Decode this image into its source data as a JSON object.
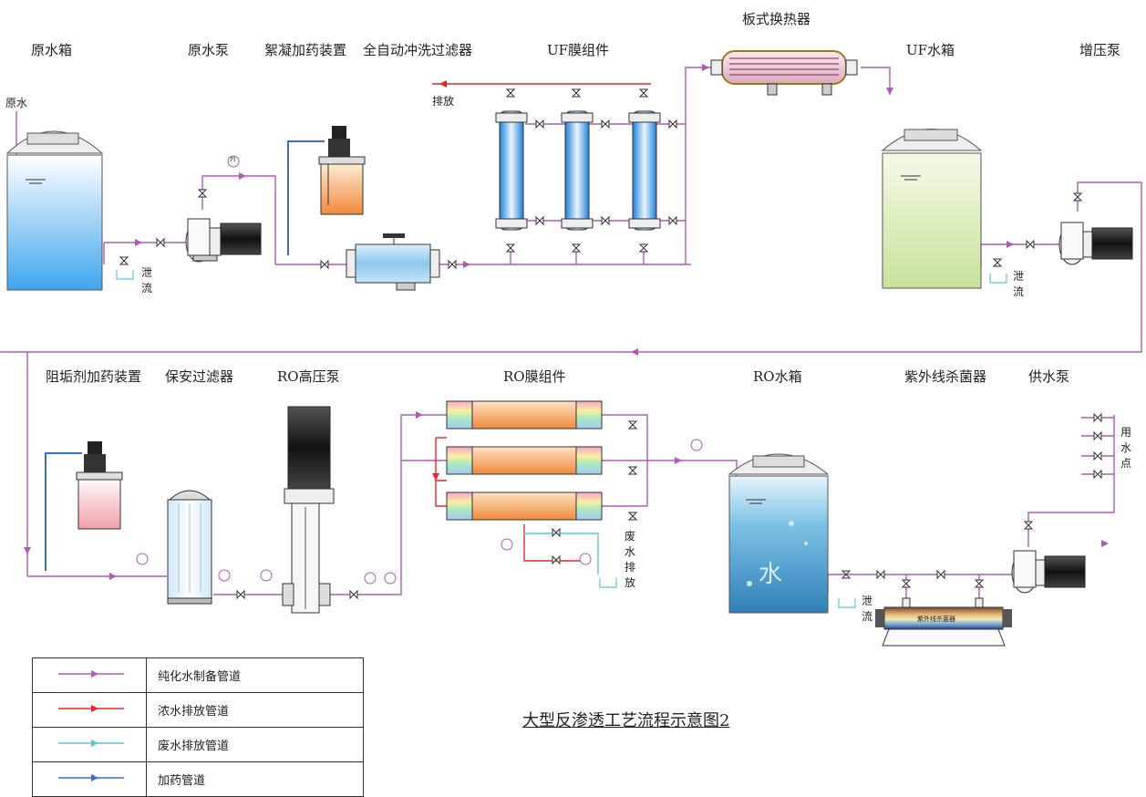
{
  "labels": {
    "raw_tank": "原水箱",
    "raw_pump": "原水泵",
    "flocculant_dosing": "絮凝加药装置",
    "auto_flush_filter": "全自动冲洗过滤器",
    "uf_module": "UF膜组件",
    "plate_heat_exchanger": "板式换热器",
    "uf_tank": "UF水箱",
    "booster_pump": "增压泵",
    "antiscalant_dosing": "阻垢剂加药装置",
    "security_filter": "保安过滤器",
    "ro_hp_pump": "RO高压泵",
    "ro_module": "RO膜组件",
    "ro_tank": "RO水箱",
    "uv_sterilizer": "紫外线杀菌器",
    "supply_pump": "供水泵",
    "raw_water": "原水",
    "discharge": "排放",
    "drain_1": "泄流",
    "drain_2": "泄流",
    "drain_3": "泄流",
    "waste_discharge": "废水排放",
    "use_point": "用水点",
    "uv_unit_text": "紫外线杀菌器",
    "tank_water_char": "水"
  },
  "legend": [
    {
      "label": "纯化水制备管道",
      "color": "#b05ab8"
    },
    {
      "label": "浓水排放管道",
      "color": "#e8262a"
    },
    {
      "label": "废水排放管道",
      "color": "#5cc4d8"
    },
    {
      "label": "加药管道",
      "color": "#3a6fc4"
    }
  ],
  "caption": "大型反渗透工艺流程示意图2",
  "gauge_label": "PI",
  "colors": {
    "pure": "#b05ab8",
    "conc": "#e8262a",
    "waste": "#5cc4d8",
    "dose": "#3a6fc4"
  }
}
